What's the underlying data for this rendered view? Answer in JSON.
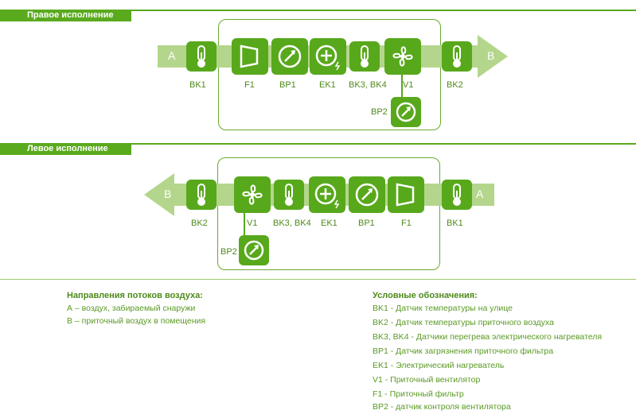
{
  "sections": {
    "right": {
      "title": "Правое исполнение",
      "flow_in": "A",
      "flow_out": "B"
    },
    "left": {
      "title": "Левое исполнение",
      "flow_in": "A",
      "flow_out": "B"
    }
  },
  "right_labels": {
    "bk1": "BK1",
    "f1": "F1",
    "bp1": "BP1",
    "ek1": "EK1",
    "bk34": "BK3, BK4",
    "v1": "V1",
    "bk2": "BK2",
    "bp2": "BP2"
  },
  "left_labels": {
    "bk2": "BK2",
    "v1": "V1",
    "bk34": "BK3, BK4",
    "ek1": "EK1",
    "bp1": "BP1",
    "f1": "F1",
    "bk1": "BK1",
    "bp2": "BP2"
  },
  "flows": {
    "title": "Направления потоков воздуха:",
    "items": [
      "А – воздух, забираемый снаружи",
      "В – приточный воздух в помещения"
    ]
  },
  "legend": {
    "title": "Условные обозначения:",
    "items": [
      "BK1 - Датчик температуры на улице",
      "BK2 - Датчик температуры приточного воздуха",
      "BK3,  BK4 - Датчики перегрева электрического нагревателя",
      "BP1 - Датчик загрязнения приточного фильтра",
      "EK1 - Электрический нагреватель",
      "V1 - Приточный вентилятор",
      "F1 - Приточный фильтр",
      "BP2 - датчик контроля вентилятора"
    ]
  },
  "colors": {
    "accent": "#58a81c",
    "arrow": "#b4d68c",
    "text": "#4d8a1a"
  }
}
